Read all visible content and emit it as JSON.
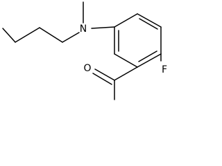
{
  "diagram": {
    "atoms": {
      "nitrogen": "N",
      "fluorine": "F",
      "oxygen": "O"
    },
    "colors": {
      "bond": "#000000",
      "label": "#000000",
      "background": "#ffffff"
    }
  }
}
